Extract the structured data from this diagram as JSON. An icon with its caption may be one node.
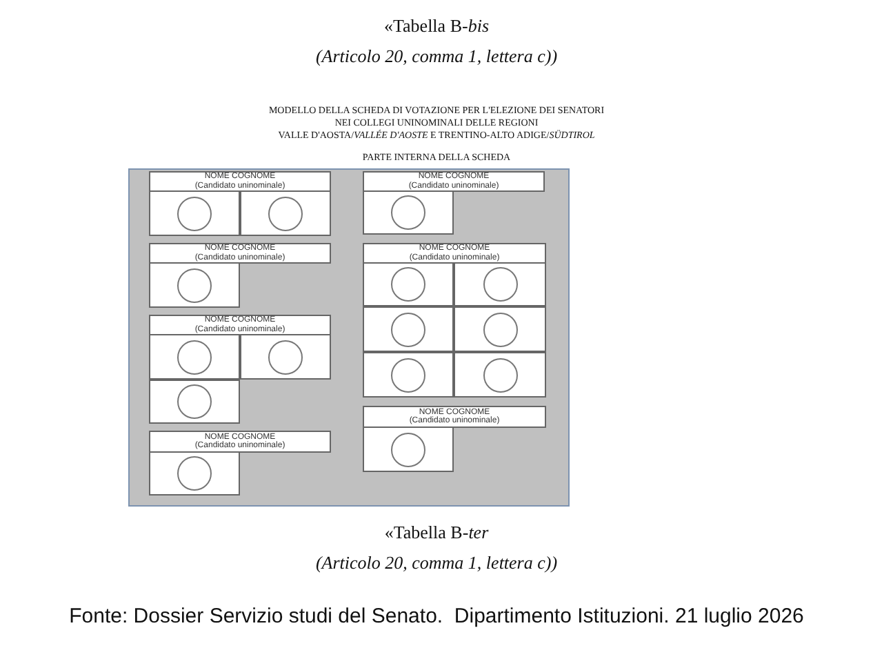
{
  "diagram": {
    "nodes": [
      {
        "text": [],
        "shape": "box"
      },
      {
        "text": [
          "NOME COGNOME",
          "(Candidato uninominale)"
        ],
        "in": 0
      },
      {
        "text": [],
        "shape": "circle",
        "in": 0
      },
      {
        "text": [],
        "shape": "circle",
        "in": 0
      },
      {
        "text": [
          "NOME COGNOME",
          "(Candidato uninominale)"
        ],
        "in": 0
      },
      {
        "text": [],
        "shape": "circle",
        "in": 0
      },
      {
        "text": [
          "NOME COGNOME",
          "(Candidato uninominale)"
        ],
        "in": 0
      },
      {
        "text": [],
        "shape": "circle",
        "in": 0
      },
      {
        "text": [],
        "shape": "circle",
        "in": 0
      },
      {
        "text": [],
        "shape": "circle",
        "in": 0
      },
      {
        "text": [
          "NOME COGNOME",
          "(Candidato uninominale)"
        ],
        "in": 0
      },
      {
        "text": [],
        "shape": "circle",
        "in": 0
      },
      {
        "text": [
          "NOME COGNOME",
          "(Candidato uninominale)"
        ],
        "in": 0
      },
      {
        "text": [],
        "shape": "circle",
        "in": 0
      },
      {
        "text": [
          "NOME COGNOME",
          "(Candidato uninominale)"
        ],
        "in": 0
      },
      {
        "text": [],
        "shape": "circle",
        "in": 0
      },
      {
        "text": [],
        "shape": "circle",
        "in": 0
      },
      {
        "text": [],
        "shape": "circle",
        "in": 0
      },
      {
        "text": [],
        "shape": "circle",
        "in": 0
      },
      {
        "text": [],
        "shape": "circle",
        "in": 0
      },
      {
        "text": [],
        "shape": "circle",
        "in": 0
      },
      {
        "text": [
          "NOME COGNOME",
          "(Candidato uninominale)"
        ],
        "in": 0
      },
      {
        "text": [],
        "shape": "circle",
        "in": 0
      }
    ],
    "edges": [],
    "labels": [
      "«Tabella B-*bis*",
      "(Articolo 20, comma 1, lettera c))",
      "MODELLO DELLA SCHEDA DI VOTAZIONE PER L'ELEZIONE DEI SENATORI",
      "NEI COLLEGI UNINOMINALI DELLE REGIONI",
      "VALLE D'AOSTA/*VALLÉE D'AOSTE* E TRENTINO-ALTO ADIGE/*SÜDTIROL*",
      "PARTE INTERNA DELLA SCHEDA",
      "«Tabella B-*ter*",
      "(Articolo 20, comma 1, lettera c))",
      "Fonte: Dossier Servizio studi del Senato.  Dipartimento Istituzioni. 21 luglio 2026"
    ]
  }
}
